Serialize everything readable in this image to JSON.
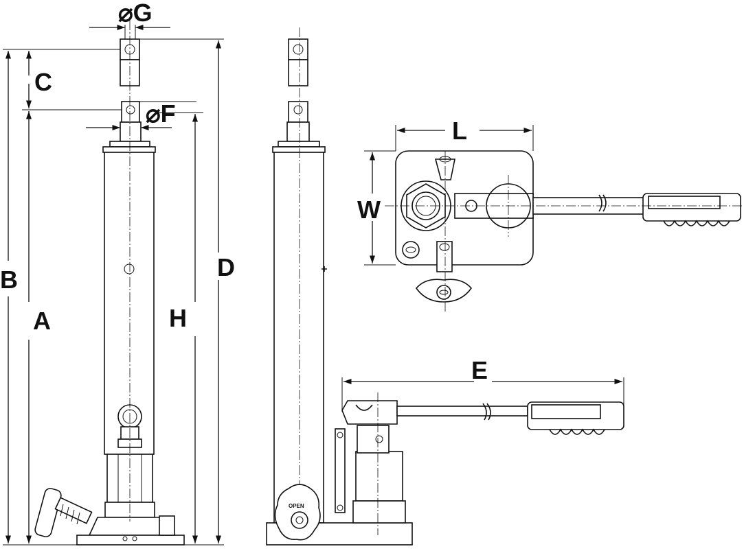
{
  "dimension_labels": {
    "g": "⌀G",
    "c": "C",
    "f": "⌀F",
    "b": "B",
    "a": "A",
    "h": "H",
    "d": "D",
    "l": "L",
    "w": "W",
    "e": "E"
  },
  "valve_text": "OPEN",
  "colors": {
    "line": "#111111",
    "background": "#ffffff"
  }
}
